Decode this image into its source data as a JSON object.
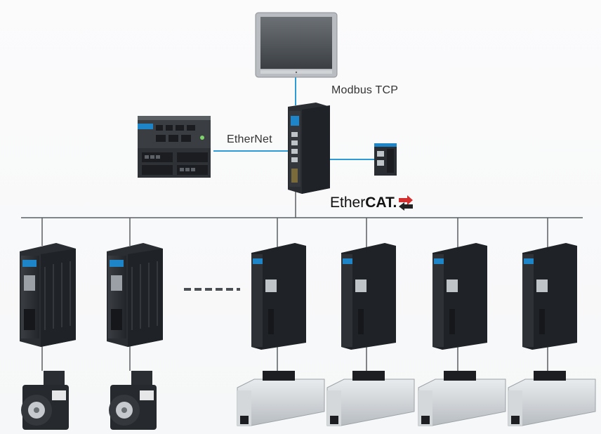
{
  "labels": {
    "modbus": "Modbus TCP",
    "ethernet": "EtherNet",
    "ethercat_prefix": "Ether",
    "ethercat_bold": "CAT."
  },
  "colors": {
    "network_cable": "#2e9ad6",
    "bus_line": "#5b5f63",
    "device_body": "#2b2e32",
    "device_accent": "#1e86c8",
    "ethercat_red": "#d32f2f",
    "linear_stage": "#c9cdd1"
  },
  "devices": {
    "hmi": "hmi-touch-panel",
    "ipc": "industrial-pc",
    "controller": "motion-controller",
    "io_module": "io-module",
    "servo_drives": [
      "servo-drive-1",
      "servo-drive-2",
      "servo-drive-3",
      "servo-drive-4",
      "servo-drive-5",
      "servo-drive-6"
    ],
    "motors": [
      "servo-motor-1",
      "servo-motor-2"
    ],
    "stages": [
      "linear-stage-1",
      "linear-stage-2",
      "linear-stage-3",
      "linear-stage-4"
    ]
  }
}
